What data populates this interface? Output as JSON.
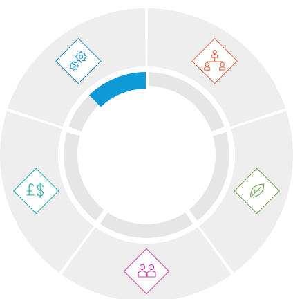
{
  "colors": {
    "segment_fill": "#eeeeee",
    "inner_track": "#e6e6e6",
    "progress": "#0d9ad6",
    "background": "#ffffff"
  },
  "progress": {
    "fraction": 0.12
  },
  "segments": [
    {
      "name": "operations",
      "icon": "gears-icon",
      "color": "#1d8fc9"
    },
    {
      "name": "organisation",
      "icon": "org-chart-icon",
      "color": "#e8663c"
    },
    {
      "name": "environment",
      "icon": "leaf-icon",
      "color": "#6aa84f"
    },
    {
      "name": "people",
      "icon": "people-icon",
      "color": "#cc3fb1"
    },
    {
      "name": "finance",
      "icon": "currency-icon",
      "color": "#17b3b5"
    }
  ]
}
